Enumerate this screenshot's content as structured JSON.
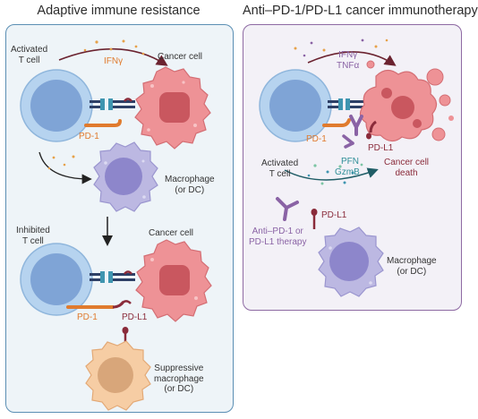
{
  "left_panel": {
    "title": "Adaptive immune resistance",
    "activated_t_cell": "Activated\nT cell",
    "ifn_gamma": "IFNγ",
    "cancer_cell_top": "Cancer cell",
    "pd1_top": "PD-1",
    "macrophage": "Macrophage\n(or DC)",
    "inhibited_t_cell": "Inhibited\nT cell",
    "cancer_cell_bottom": "Cancer cell",
    "pd1_bottom": "PD-1",
    "pdl1_bottom": "PD-L1",
    "suppressive_macrophage": "Suppressive\nmacrophage\n(or DC)"
  },
  "right_panel": {
    "title": "Anti–PD-1/PD-L1 cancer immunotherapy",
    "ifn_tnf": "IFNγ\nTNFα",
    "pd1": "PD-1",
    "pdl1_top": "PD-L1",
    "activated_t_cell": "Activated\nT cell",
    "pfn": "PFN",
    "gzmb": "GzmB",
    "cancer_cell_death": "Cancer cell\ndeath",
    "pdl1_bottom": "PD-L1",
    "therapy": "Anti–PD-1 or\nPD-L1 therapy",
    "macrophage": "Macrophage\n(or DC)"
  },
  "colors": {
    "left_border": "#5b8fb4",
    "right_border": "#8e6aa3",
    "t_cell": "#9fc3e6",
    "cancer_cell": "#ec8a8e",
    "macrophage": "#b7b3de",
    "suppressive_macrophage": "#f5c9a0",
    "pd1": "#e07b2e",
    "pdl1": "#8a2b3a"
  }
}
